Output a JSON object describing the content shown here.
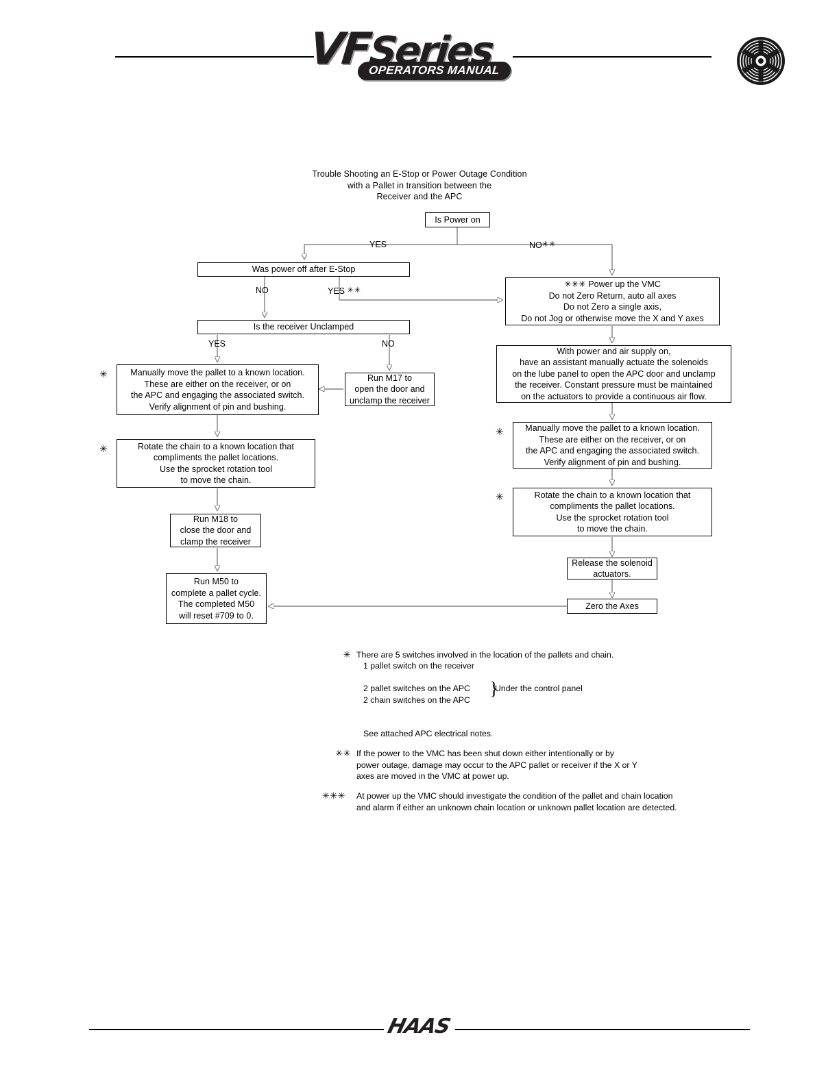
{
  "header": {
    "logo_primary": "VF",
    "logo_primary_suffix": "Series",
    "logo_secondary": "OPERATORS MANUAL",
    "emblem": "haas-wheel-emblem"
  },
  "chart_title": "Trouble Shooting an E-Stop or Power Outage Condition\nwith a Pallet in transition between the\nReceiver and the APC",
  "nodes": {
    "is_power_on": "Is Power on",
    "was_power_off": "Was power off after E-Stop",
    "is_receiver_unclamped": "Is the receiver Unclamped",
    "manual_move_left": "Manually move the pallet to a known location.\nThese are either on the receiver, or on\nthe APC and engaging the associated switch.\nVerify alignment of pin and bushing.",
    "run_m17": "Run M17 to\nopen the door and\nunclamp the receiver",
    "rotate_chain_left": "Rotate the chain to a known location that\ncompliments the pallet locations.\nUse the sprocket rotation tool\nto move the chain.",
    "run_m18": "Run M18 to\nclose the door and\nclamp the receiver",
    "run_m50": "Run M50 to\ncomplete a pallet cycle.\nThe completed M50\nwill reset #709 to 0.",
    "power_up_vmc": "✳✳✳     Power up the VMC\nDo not Zero Return, auto all axes\nDo not Zero a single axis,\nDo not Jog or otherwise move the X and Y axes",
    "solenoids": "With power and air supply on,\nhave an assistant manually actuate the solenoids\non the lube panel to open the APC door and unclamp\nthe receiver. Constant pressure must be maintained\non the actuators to provide a continuous air flow.",
    "manual_move_right": "Manually move the pallet to a known location.\nThese are either on the receiver, or on\nthe APC and engaging the associated switch.\nVerify alignment of pin and bushing.",
    "rotate_chain_right": "Rotate the chain to a known location that\ncompliments the pallet locations.\nUse the sprocket rotation tool\nto move the chain.",
    "release_solenoid": "Release the solenoid\nactuators.",
    "zero_axes": "Zero the Axes"
  },
  "edge_labels": {
    "power_yes": "YES",
    "power_no": "NO",
    "power_no_ast": "✳✳",
    "estop_no": "NO",
    "estop_yes": "YES",
    "estop_yes_ast": "✳✳",
    "unclamped_yes": "YES",
    "unclamped_no": "NO"
  },
  "markers": {
    "single": "✳",
    "double": "✳✳",
    "triple": "✳✳✳"
  },
  "footnotes": [
    {
      "mark": "✳",
      "text": "There are 5 switches involved in the location of the pallets and chain.",
      "lines_a": "1 pallet switch on the receiver",
      "lines_b": "2 pallet switches on the APC\n2 chain switches on the APC",
      "brace_note": "Under the control panel",
      "lines_c": "See attached APC electrical notes."
    },
    {
      "mark": "✳✳",
      "text": "If the power to the VMC has been shut down either intentionally or by\npower outage, damage may occur to the APC pallet or receiver if the X or Y\naxes are moved in the VMC at power up."
    },
    {
      "mark": "✳✳✳",
      "text": "At power up the VMC should investigate the condition of the pallet and chain location\nand alarm if either an unknown chain location or unknown pallet location are detected."
    }
  ],
  "footer": {
    "logo": "HAAS"
  },
  "colors": {
    "ink": "#000000",
    "logo_dark": "#231f20",
    "logo_shadow": "#8e8e8e",
    "connector": "#6b6b6b"
  }
}
